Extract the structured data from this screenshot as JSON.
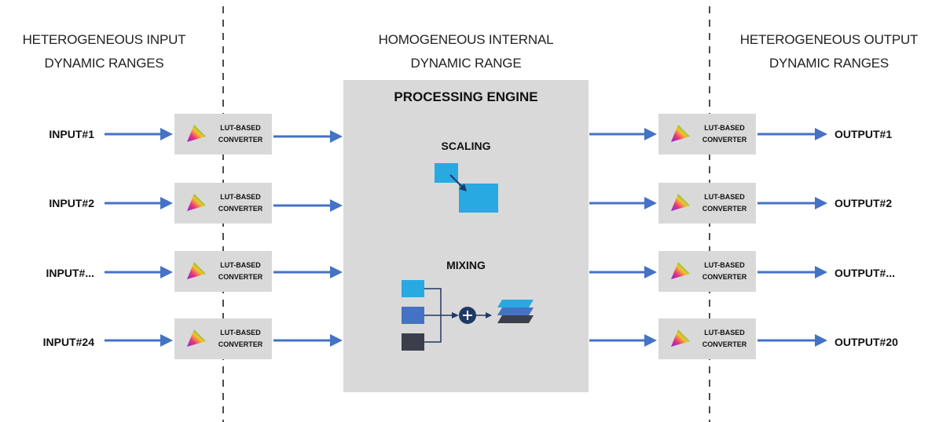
{
  "headings": {
    "input": [
      "HETEROGENEOUS INPUT",
      "DYNAMIC RANGES"
    ],
    "internal": [
      "HOMOGENEOUS INTERNAL",
      "DYNAMIC RANGE"
    ],
    "output": [
      "HETEROGENEOUS OUTPUT",
      "DYNAMIC RANGES"
    ]
  },
  "inputs": [
    "INPUT#1",
    "INPUT#2",
    "INPUT#...",
    "INPUT#24"
  ],
  "outputs": [
    "OUTPUT#1",
    "OUTPUT#2",
    "OUTPUT#...",
    "OUTPUT#20"
  ],
  "converter": {
    "line1": "LUT-BASED",
    "line2": "CONVERTER"
  },
  "engine": {
    "title": "PROCESSING ENGINE",
    "scaling": "SCALING",
    "mixing": "MIXING"
  },
  "colors": {
    "arrow": "#4472c4",
    "box": "#d9d9d9",
    "light_blue": "#29a9e1",
    "mid_blue": "#4472c4",
    "dark": "#3b3f4c",
    "plus_circle": "#1f3864"
  }
}
